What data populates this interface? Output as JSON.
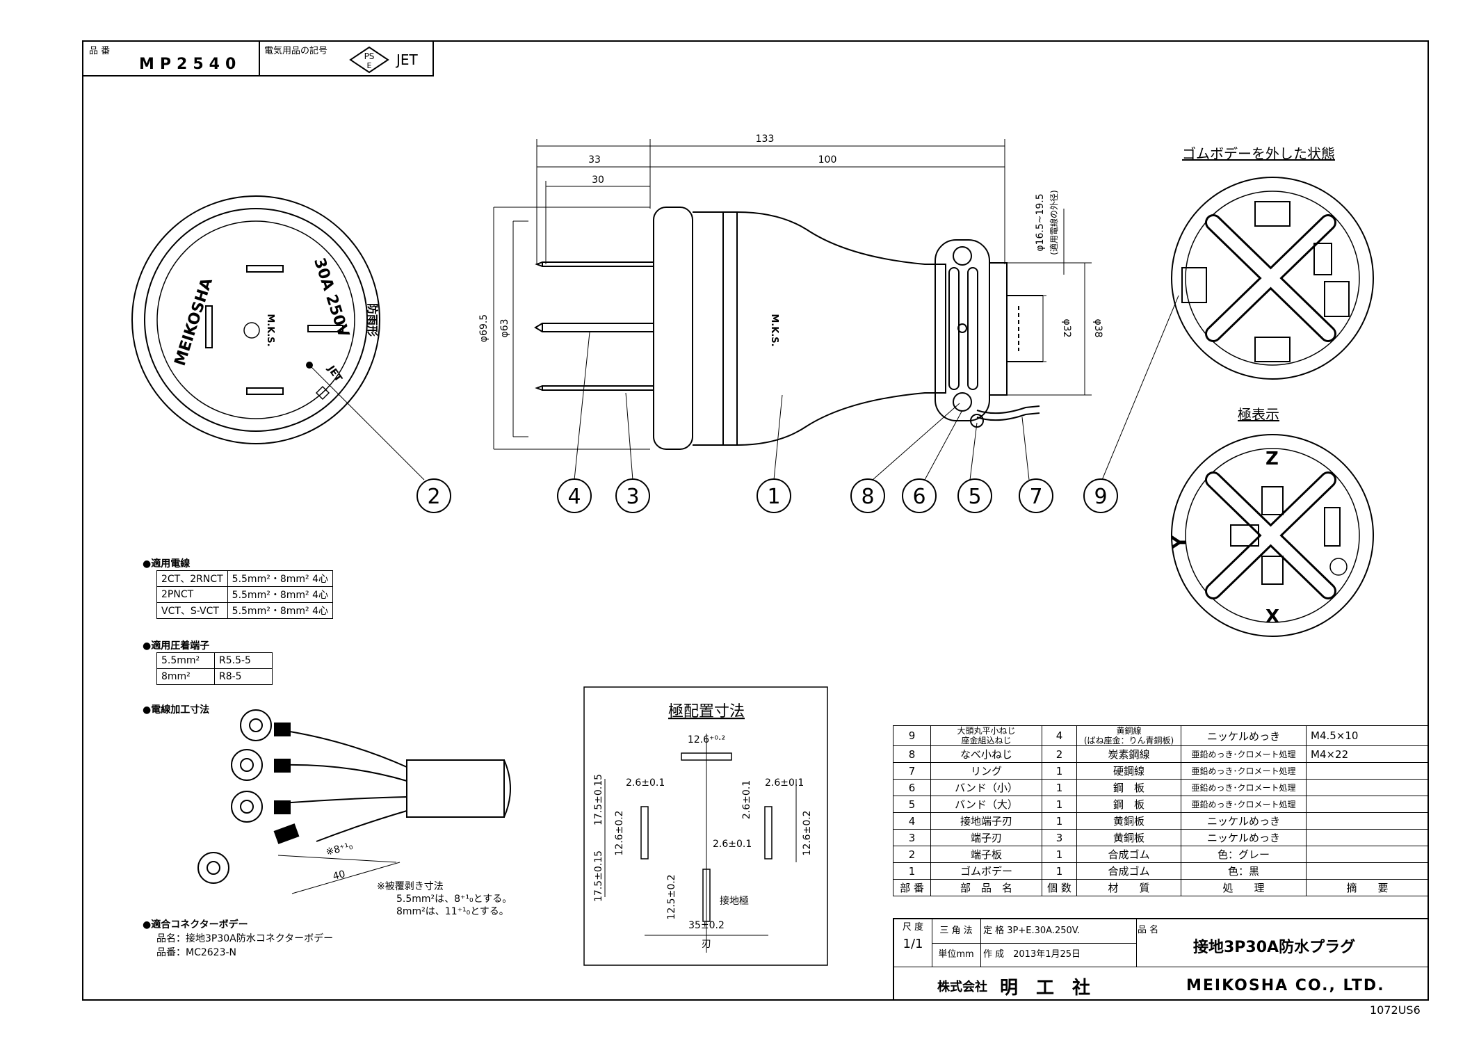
{
  "header": {
    "part_no_label": "品 番",
    "part_no": "MP2540",
    "mark_label": "電気用品の記号",
    "pse_top": "PS",
    "pse_bottom": "E",
    "jet": "JET"
  },
  "dims": {
    "d133": "133",
    "d33": "33",
    "d30": "30",
    "d100": "100",
    "phi695": "φ69.5",
    "phi63": "φ63",
    "phi_cable": "φ16.5~19.5",
    "phi_cable_note": "(適用電線の外径)",
    "phi32": "φ32",
    "phi38": "φ38"
  },
  "face_text": {
    "brand": "MEIKOSHA",
    "rating": "30A 250V",
    "mark": "M.K.S.",
    "waterproof": "防雨形",
    "jet": "JET"
  },
  "body_text": {
    "mark": "M.K.S."
  },
  "callouts": [
    "2",
    "4",
    "3",
    "1",
    "8",
    "6",
    "5",
    "7",
    "9"
  ],
  "rubber_removed": "ゴムボデーを外した状態",
  "polarity_title": "極表示",
  "polarity": {
    "z": "Z",
    "y": "Y",
    "x": "X"
  },
  "wire": {
    "title": "●適用電線",
    "rows": [
      [
        "2CT、2RNCT",
        "5.5mm²・8mm² 4心"
      ],
      [
        "2PNCT",
        "5.5mm²・8mm² 4心"
      ],
      [
        "VCT、S-VCT",
        "5.5mm²・8mm² 4心"
      ]
    ]
  },
  "crimp": {
    "title": "●適用圧着端子",
    "rows": [
      [
        "5.5mm²",
        "R5.5-5"
      ],
      [
        "8mm²",
        "R8-5"
      ]
    ]
  },
  "processing": {
    "title": "●電線加工寸法",
    "dim8": "※8⁺¹₀",
    "dim40": "40",
    "note1": "※被覆剥き寸法",
    "note2": "5.5mm²は、8⁺¹₀とする。",
    "note3": "8mm²は、11⁺¹₀とする。"
  },
  "connector": {
    "title": "●適合コネクターボデー",
    "name": "品名：接地3P30A防水コネクターボデー",
    "no": "品番：MC2623-N"
  },
  "pole_layout": {
    "title": "極配置寸法",
    "w_top": "12.6⁺⁰·²",
    "t_left": "2.6±0.1",
    "t_right": "2.6±0.1",
    "t_mid": "2.6±0.1",
    "h_left": "12.6±0.2",
    "h_right": "12.6±0.2",
    "off_left": "17.5±0.15",
    "off_right": "2.6±0.1",
    "off_low": "17.5±0.15",
    "h_ground": "12.5±0.2",
    "ground_label": "接地極",
    "width35": "35±0.2",
    "blade": "刃"
  },
  "parts": [
    [
      "9",
      "大頭丸平小ねじ\n座金組込ねじ",
      "4",
      "黄銅線\n(ばね座金：りん青銅板)",
      "ニッケルめっき",
      "M4.5×10"
    ],
    [
      "8",
      "なべ小ねじ",
      "2",
      "炭素鋼線",
      "亜鉛めっき･クロメート処理",
      "M4×22"
    ],
    [
      "7",
      "リング",
      "1",
      "硬鋼線",
      "亜鉛めっき･クロメート処理",
      ""
    ],
    [
      "6",
      "バンド（小）",
      "1",
      "鋼　板",
      "亜鉛めっき･クロメート処理",
      ""
    ],
    [
      "5",
      "バンド（大）",
      "1",
      "鋼　板",
      "亜鉛めっき･クロメート処理",
      ""
    ],
    [
      "4",
      "接地端子刃",
      "1",
      "黄銅板",
      "ニッケルめっき",
      ""
    ],
    [
      "3",
      "端子刃",
      "3",
      "黄銅板",
      "ニッケルめっき",
      ""
    ],
    [
      "2",
      "端子板",
      "1",
      "合成ゴム",
      "色：グレー",
      ""
    ],
    [
      "1",
      "ゴムボデー",
      "1",
      "合成ゴム",
      "色：黒",
      ""
    ]
  ],
  "parts_header": [
    "部 番",
    "部　品　名",
    "個 数",
    "材　　質",
    "処　　理",
    "摘　　要"
  ],
  "title_block": {
    "scale_label": "尺 度",
    "scale": "1/1",
    "projection": "三 角 法",
    "unit": "単位mm",
    "rating": "定 格 3P+E.30A.250V.",
    "created": "作 成　2013年1月25日",
    "name_label": "品 名",
    "product": "接地3P30A防水プラグ",
    "company_jp": "株式会社",
    "company_name": "明　工　社",
    "company_en": "MEIKOSHA CO., LTD."
  },
  "doc_code": "1072US6"
}
